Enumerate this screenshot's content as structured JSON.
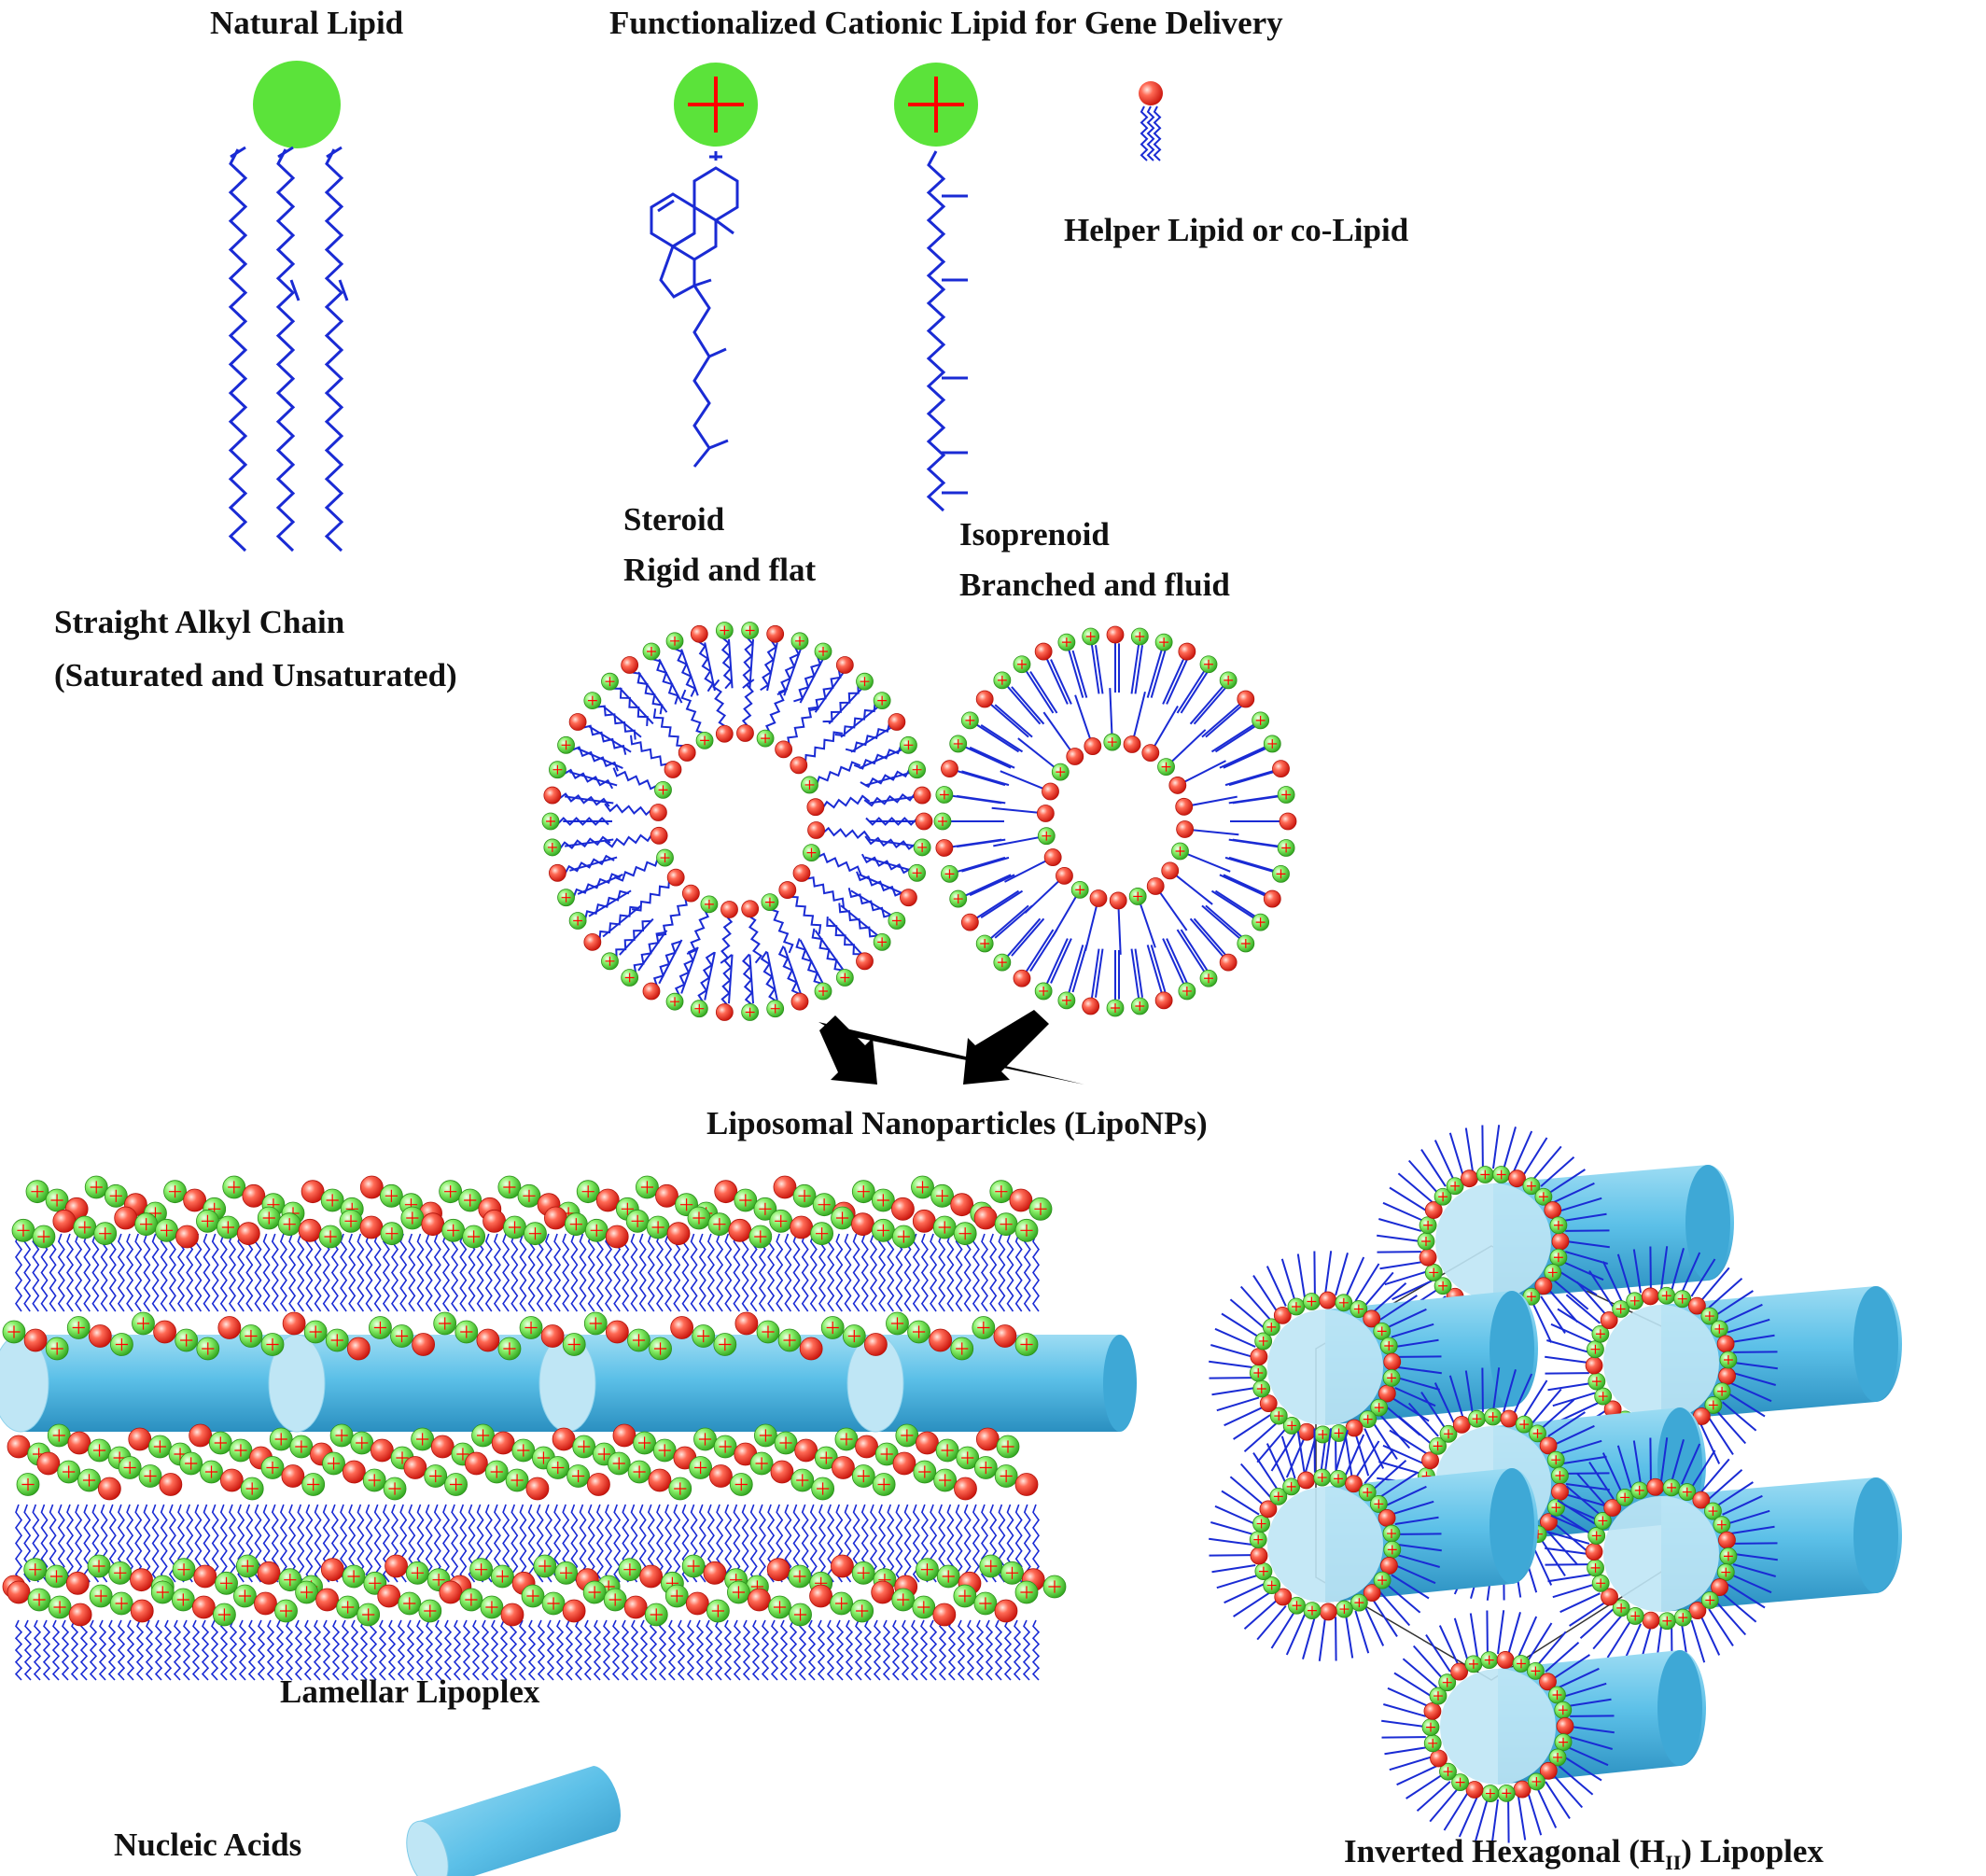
{
  "labels": {
    "natural_lipid": "Natural Lipid",
    "functionalized_cationic": "Functionalized Cationic Lipid  for Gene Delivery",
    "helper_lipid": "Helper Lipid  or co-Lipid",
    "steroid": "Steroid",
    "rigid_flat": "Rigid and flat",
    "isoprenoid": "Isoprenoid",
    "branched_fluid": "Branched and fluid",
    "straight_alkyl_1": "Straight Alkyl Chain",
    "straight_alkyl_2": "(Saturated and Unsaturated)",
    "liposomal_np": "Liposomal Nanoparticles (LipoNPs)",
    "lamellar": "Lamellar Lipoplex",
    "nucleic_acids": "Nucleic Acids",
    "inverted_hex_a": "Inverted Hexagonal (H",
    "inverted_hex_sub": "II",
    "inverted_hex_b": ")  Lipoplex"
  },
  "colors": {
    "head_green": "#5be33a",
    "head_red": "#ff3c2e",
    "plus": "#ff0000",
    "tail_blue": "#1a2bd4",
    "tube_blue": "#6cc8ea",
    "tube_light": "#bfe6f5",
    "arrow": "#000000"
  },
  "icons": {
    "cationic_head": "green-circle-plus-icon",
    "helper_head": "red-sphere-icon",
    "nucleic_acid": "blue-cylinder-icon"
  }
}
